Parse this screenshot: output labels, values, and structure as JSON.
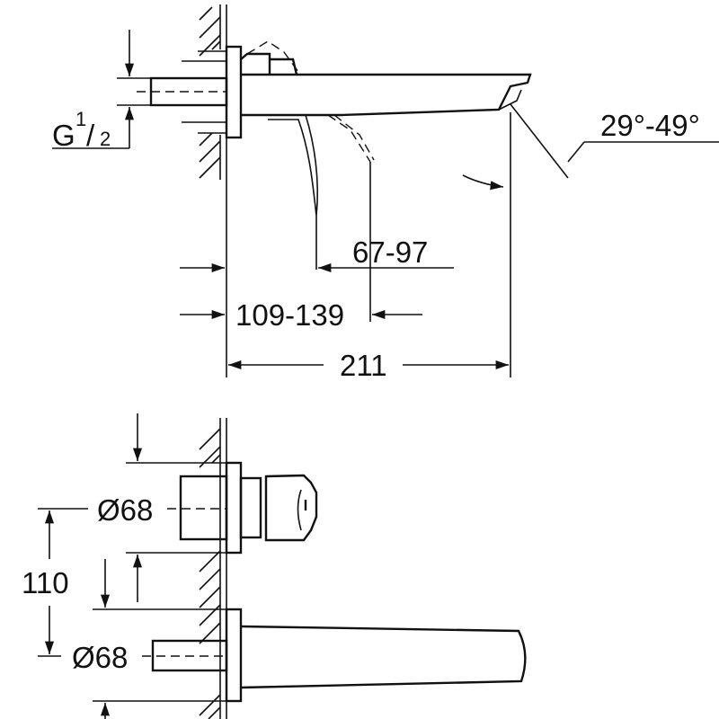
{
  "drawing": {
    "top_view": {
      "thread_label": "G",
      "thread_fraction_num": "1",
      "thread_fraction_den": "2",
      "angle_label": "29°-49°",
      "dim_handle": "67-97",
      "dim_wall_to_handle": "109-139",
      "dim_projection": "211"
    },
    "bottom_view": {
      "diameter_upper": "Ø68",
      "diameter_lower": "Ø68",
      "center_distance": "110"
    },
    "colors": {
      "line": "#111111",
      "background": "#ffffff"
    }
  }
}
